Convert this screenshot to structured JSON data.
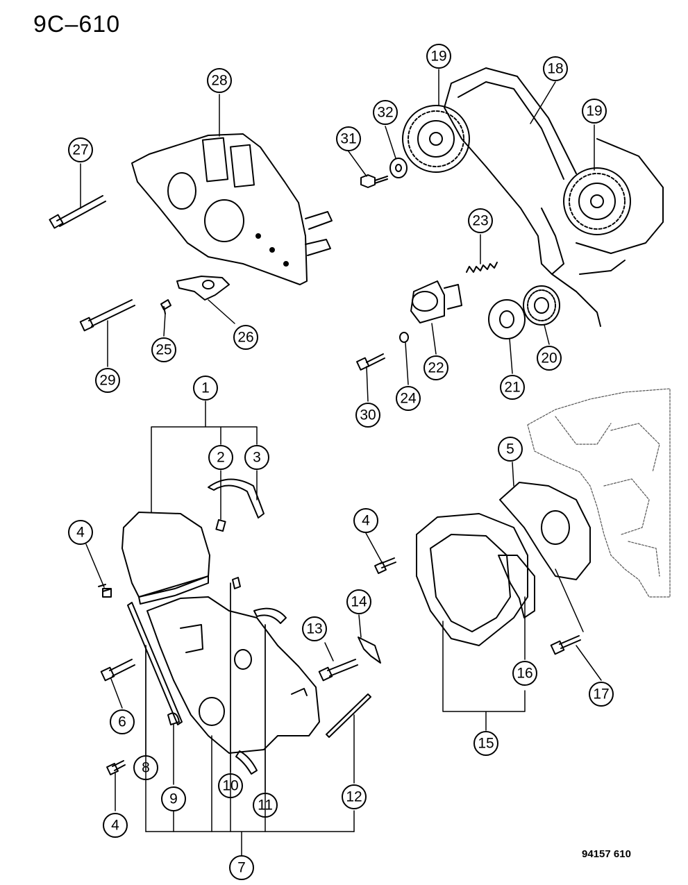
{
  "page_code": "9C–610",
  "document_id": "94157 610",
  "callouts": [
    {
      "id": "c1",
      "label": "1"
    },
    {
      "id": "c2",
      "label": "2"
    },
    {
      "id": "c3",
      "label": "3"
    },
    {
      "id": "c4a",
      "label": "4"
    },
    {
      "id": "c4b",
      "label": "4"
    },
    {
      "id": "c4c",
      "label": "4"
    },
    {
      "id": "c5",
      "label": "5"
    },
    {
      "id": "c6",
      "label": "6"
    },
    {
      "id": "c7",
      "label": "7"
    },
    {
      "id": "c8",
      "label": "8"
    },
    {
      "id": "c9",
      "label": "9"
    },
    {
      "id": "c10",
      "label": "10"
    },
    {
      "id": "c11",
      "label": "11"
    },
    {
      "id": "c12",
      "label": "12"
    },
    {
      "id": "c13",
      "label": "13"
    },
    {
      "id": "c14",
      "label": "14"
    },
    {
      "id": "c15",
      "label": "15"
    },
    {
      "id": "c16",
      "label": "16"
    },
    {
      "id": "c17",
      "label": "17"
    },
    {
      "id": "c18",
      "label": "18"
    },
    {
      "id": "c19a",
      "label": "19"
    },
    {
      "id": "c19b",
      "label": "19"
    },
    {
      "id": "c20",
      "label": "20"
    },
    {
      "id": "c21",
      "label": "21"
    },
    {
      "id": "c22",
      "label": "22"
    },
    {
      "id": "c23",
      "label": "23"
    },
    {
      "id": "c24",
      "label": "24"
    },
    {
      "id": "c25",
      "label": "25"
    },
    {
      "id": "c26",
      "label": "26"
    },
    {
      "id": "c27",
      "label": "27"
    },
    {
      "id": "c28",
      "label": "28"
    },
    {
      "id": "c29",
      "label": "29"
    },
    {
      "id": "c30",
      "label": "30"
    },
    {
      "id": "c31",
      "label": "31"
    },
    {
      "id": "c32",
      "label": "32"
    }
  ]
}
